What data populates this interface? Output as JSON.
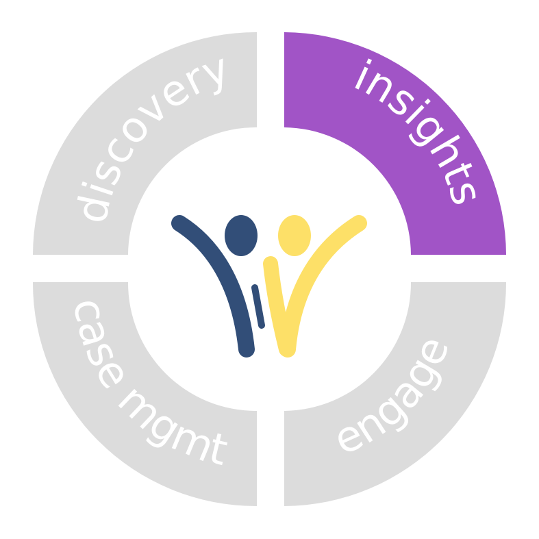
{
  "segments": [
    {
      "id": "discovery",
      "label": "discovery",
      "color": "#dcdcdc",
      "active": false
    },
    {
      "id": "insights",
      "label": "insights",
      "color": "#a154c6",
      "active": true
    },
    {
      "id": "engage",
      "label": "engage",
      "color": "#dcdcdc",
      "active": false
    },
    {
      "id": "case-mgmt",
      "label": "case mgmt.",
      "color": "#dcdcdc",
      "active": false
    }
  ],
  "logo": {
    "name": "people-logo",
    "colors": {
      "navy": "#324e78",
      "yellow": "#fde068"
    }
  }
}
